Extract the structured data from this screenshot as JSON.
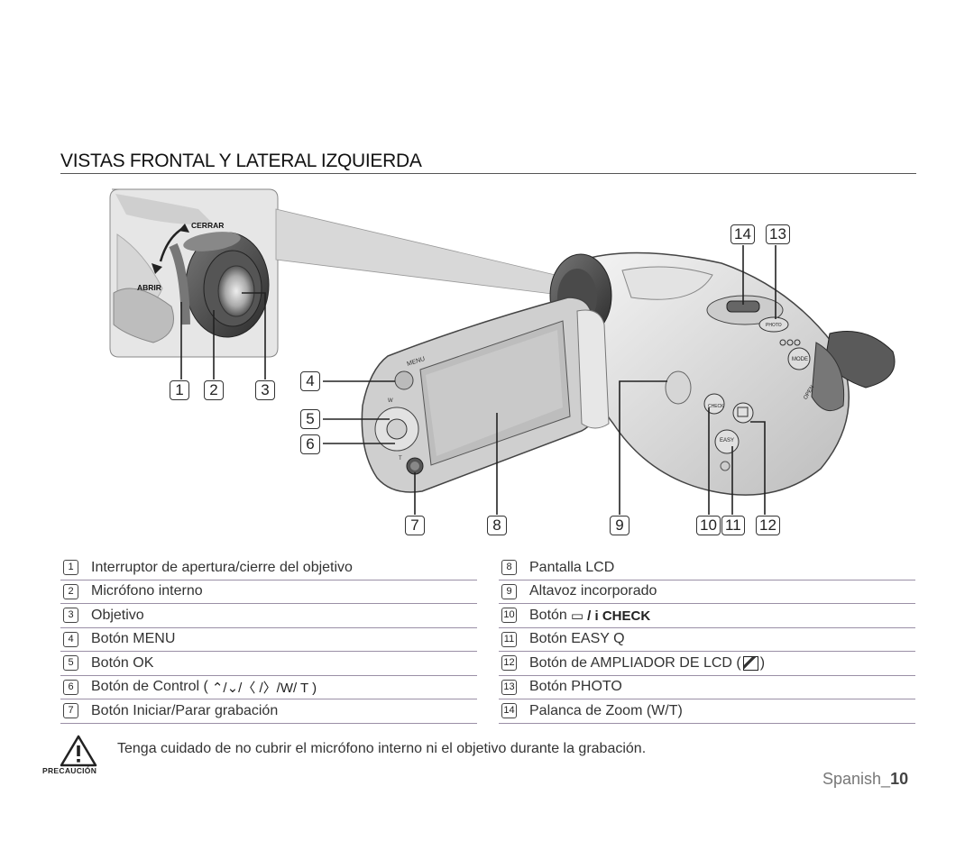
{
  "section_title": "VISTAS FRONTAL Y LATERAL IZQUIERDA",
  "inset_labels": {
    "close": "CERRAR",
    "open": "ABRIR"
  },
  "device_labels": {
    "menu": "MENU",
    "w": "W",
    "t": "T",
    "mode": "MODE",
    "photo": "PHOTO",
    "open": "OPEN",
    "easy": "EASY",
    "check": "CHECK"
  },
  "callouts": [
    "1",
    "2",
    "3",
    "4",
    "5",
    "6",
    "7",
    "8",
    "9",
    "10",
    "11",
    "12",
    "13",
    "14"
  ],
  "left_table": [
    {
      "num": "1",
      "label": "Interruptor de apertura/cierre del objetivo"
    },
    {
      "num": "2",
      "label": "Micrófono interno"
    },
    {
      "num": "3",
      "label": "Objetivo"
    },
    {
      "num": "4",
      "label": "Botón MENU"
    },
    {
      "num": "5",
      "label": "Botón OK"
    },
    {
      "num": "6",
      "label": "Botón de Control (",
      "extra": "⌃/⌄/〈 /〉/W/ T )"
    },
    {
      "num": "7",
      "label": "Botón Iniciar/Parar grabación"
    }
  ],
  "right_table": [
    {
      "num": "8",
      "label": "Pantalla LCD"
    },
    {
      "num": "9",
      "label": "Altavoz incorporado"
    },
    {
      "num": "10",
      "label": "Botón",
      "extra": "▭ / i CHECK"
    },
    {
      "num": "11",
      "label": "Botón EASY Q"
    },
    {
      "num": "12",
      "label": "Botón de AMPLIADOR DE LCD (",
      "extra": ")"
    },
    {
      "num": "13",
      "label": "Botón PHOTO"
    },
    {
      "num": "14",
      "label": "Palanca de Zoom (W/T)"
    }
  ],
  "caution": {
    "label": "PRECAUCIÓN",
    "text": "Tenga cuidado de no cubrir el micrófono interno ni el objetivo durante la grabación."
  },
  "footer": {
    "language": "Spanish_",
    "page": "10"
  }
}
